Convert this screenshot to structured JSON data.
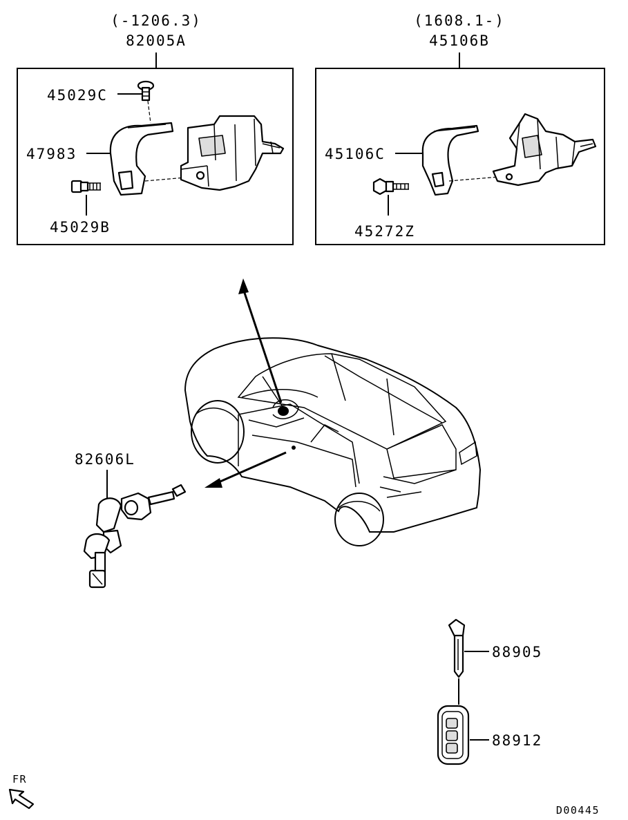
{
  "left_box": {
    "date_range": "(-1206.3)",
    "assembly_number": "82005A",
    "parts": [
      {
        "number": "45029C"
      },
      {
        "number": "47983"
      },
      {
        "number": "45029B"
      }
    ]
  },
  "right_box": {
    "date_range": "(1608.1-)",
    "assembly_number": "45106B",
    "parts": [
      {
        "number": "45106C"
      },
      {
        "number": "45272Z"
      }
    ]
  },
  "door_lock": {
    "number": "82606L"
  },
  "key_blade": {
    "number": "88905"
  },
  "remote_key": {
    "number": "88912"
  },
  "direction_marker": "FR",
  "diagram_code": "D00445"
}
